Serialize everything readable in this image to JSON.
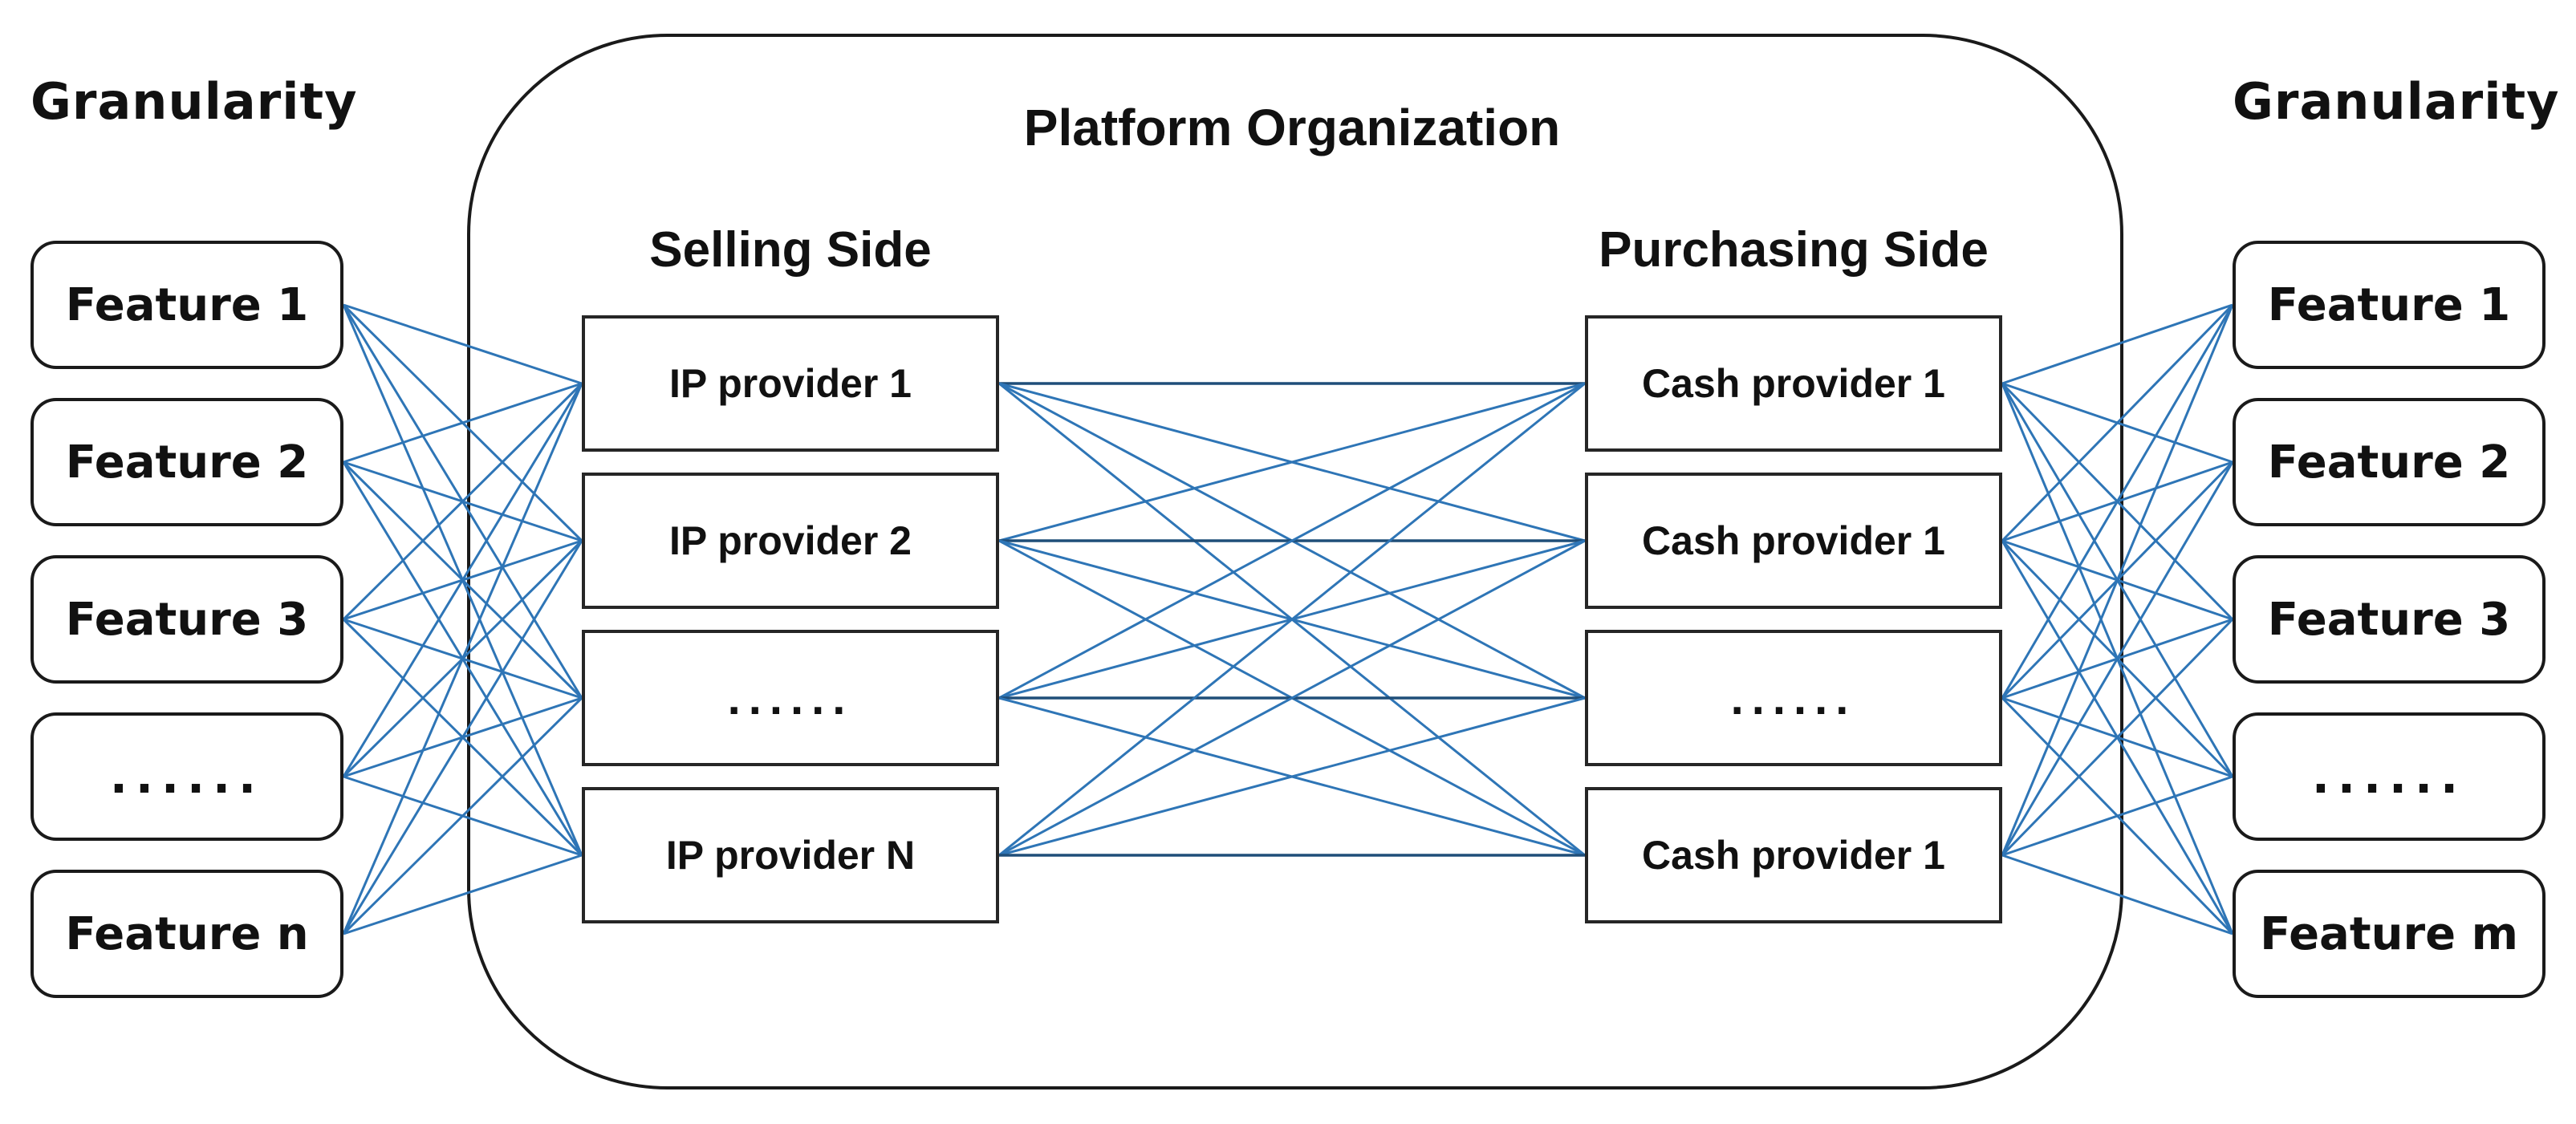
{
  "left_column": {
    "title": "Granularity",
    "items": [
      "Feature 1",
      "Feature 2",
      "Feature 3",
      "......",
      "Feature n"
    ]
  },
  "right_column": {
    "title": "Granularity",
    "items": [
      "Feature 1",
      "Feature 2",
      "Feature 3",
      "......",
      "Feature m"
    ]
  },
  "platform": {
    "title": "Platform Organization",
    "selling": {
      "title": "Selling Side",
      "items": [
        "IP provider 1",
        "IP provider 2",
        "......",
        "IP provider N"
      ]
    },
    "purchasing": {
      "title": "Purchasing Side",
      "items": [
        "Cash provider 1",
        "Cash provider 1",
        "......",
        "Cash provider 1"
      ]
    }
  },
  "connections": {
    "left_features_to_selling": "complete-bipartite",
    "selling_to_purchasing": "complete-bipartite",
    "purchasing_to_right_features": "complete-bipartite"
  },
  "colors": {
    "line": "#2e75b6",
    "line_dark": "#1f4e79",
    "border": "#1a1a1a",
    "background": "#ffffff"
  }
}
